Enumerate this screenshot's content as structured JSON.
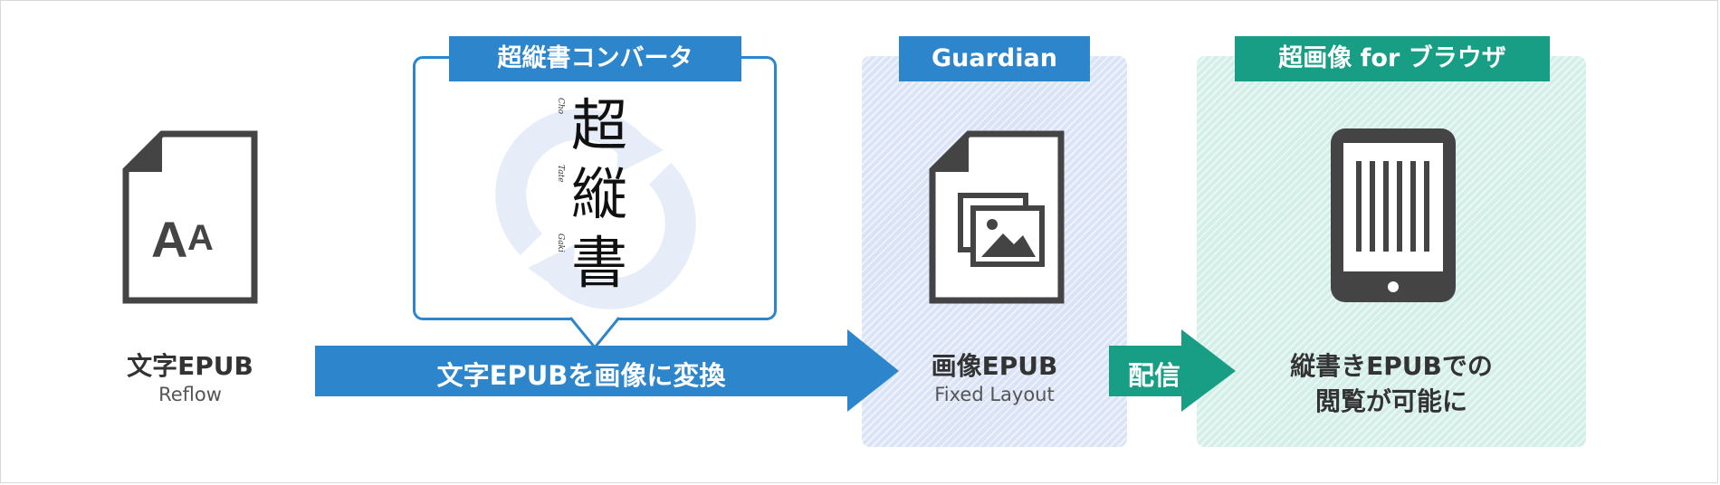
{
  "source": {
    "title": "文字EPUB",
    "subtitle": "Reflow",
    "icon": "text-document-icon",
    "icon_glyph_large": "A",
    "icon_glyph_small": "A"
  },
  "converter": {
    "tag": "超縦書コンバータ",
    "logo_chars": [
      "超",
      "縦",
      "書"
    ],
    "logo_romaji": [
      "Cho",
      "Tate",
      "Gaki"
    ],
    "arrow_label": "文字EPUBを画像に変換"
  },
  "guardian": {
    "tag": "Guardian",
    "title": "画像EPUB",
    "subtitle": "Fixed Layout",
    "icon": "image-document-icon"
  },
  "distribution": {
    "arrow_label": "配信"
  },
  "browser": {
    "tag": "超画像 for ブラウザ",
    "lines": [
      "縦書きEPUBでの",
      "閲覧が可能に"
    ],
    "icon": "tablet-icon"
  },
  "colors": {
    "blue": "#2d86cc",
    "green": "#179e84",
    "icon_gray": "#444444",
    "guardian_panel": "#dbe4f6",
    "browser_panel": "#d3efe8"
  }
}
